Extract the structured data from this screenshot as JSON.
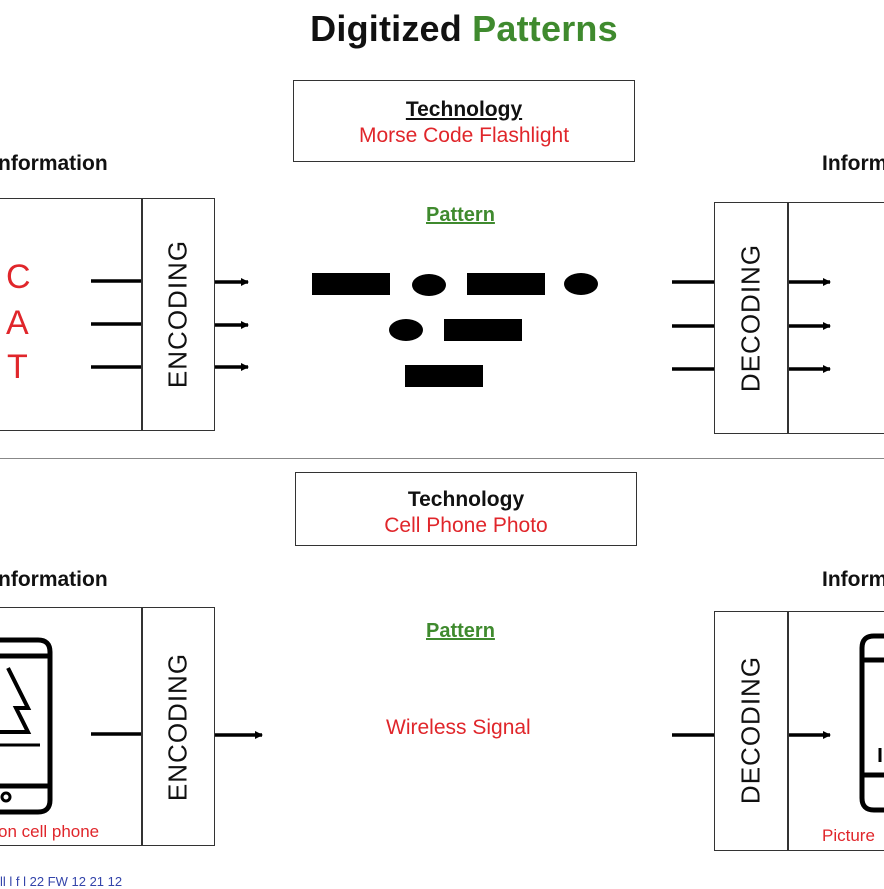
{
  "title": {
    "part1": "Digitized",
    "part2": "Patterns"
  },
  "colors": {
    "green": "#3f8a2e",
    "red": "#e0262b",
    "black": "#000000"
  },
  "top": {
    "technology_label": "Technology",
    "technology_value": "Morse Code Flashlight",
    "info_left": "nformation",
    "info_right": "Inform",
    "pattern_label": "Pattern",
    "encoding": "ENCODING",
    "decoding": "DECODING",
    "letters": [
      "C",
      "A",
      "T"
    ]
  },
  "bottom": {
    "technology_label": "Technology",
    "technology_value": "Cell Phone Photo",
    "info_left": "nformation",
    "info_right": "Inform",
    "pattern_label": "Pattern",
    "encoding": "ENCODING",
    "decoding": "DECODING",
    "signal": "Wireless Signal",
    "left_caption": "on cell phone",
    "right_caption": "Picture",
    "left_icon": "phone-tree-icon",
    "right_icon": "phone-icon"
  },
  "footer": "ll    l  f  l             22 FW 12 21 12"
}
